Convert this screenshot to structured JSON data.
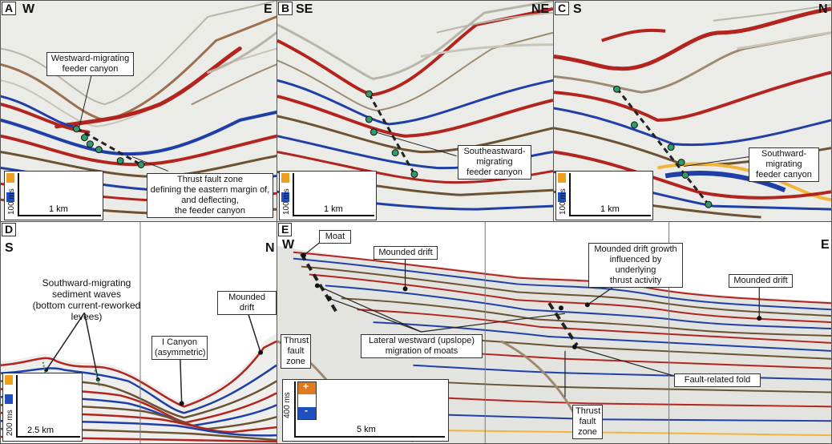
{
  "panels": {
    "a": {
      "label": "A",
      "left": "W",
      "right": "E",
      "notes": {
        "feeder": "Westward-migrating\nfeeder canyon",
        "thrust": "Thrust fault zone\ndefining the eastern margin of,\nand deflecting,\nthe feeder canyon"
      },
      "scale_v": "100 ms",
      "scale_h": "1 km"
    },
    "b": {
      "label": "B",
      "left": "SE",
      "right": "NE",
      "notes": {
        "feeder": "Southeastward-\nmigrating\nfeeder canyon"
      },
      "scale_v": "100 ms",
      "scale_h": "1 km"
    },
    "c": {
      "label": "C",
      "left": "S",
      "right": "N",
      "notes": {
        "feeder": "Southward-\nmigrating\nfeeder canyon"
      },
      "scale_v": "100 ms",
      "scale_h": "1 km"
    },
    "d": {
      "label": "D",
      "left": "S",
      "right": "N",
      "notes": {
        "waves": "Southward-migrating\nsediment waves\n(bottom current-reworked levees)",
        "drift": "Mounded drift",
        "canyon": "I Canyon\n(asymmetric)"
      },
      "scale_v": "200 ms",
      "scale_h": "2.5 km"
    },
    "e": {
      "label": "E",
      "left": "W",
      "right": "E",
      "notes": {
        "moat": "Moat",
        "drift1": "Mounded drift",
        "growth": "Mounded drift growth\ninfluenced by\nunderlying\nthrust activity",
        "drift2": "Mounded drift",
        "thrust1": "Thrust\nfault\nzone",
        "lateral": "Lateral westward (upslope)\nmigration of moats",
        "fold": "Fault-related fold",
        "thrust2": "Thrust\nfault\nzone"
      },
      "scale_v": "400 ms",
      "scale_h": "5 km"
    }
  },
  "polarity": {
    "plus": "+",
    "minus": "-"
  },
  "colors": {
    "red": "#b3241e",
    "blue": "#1f3fa6",
    "brown": "#6b5233",
    "pick": "#2f9a6a",
    "fault": "#222222"
  }
}
